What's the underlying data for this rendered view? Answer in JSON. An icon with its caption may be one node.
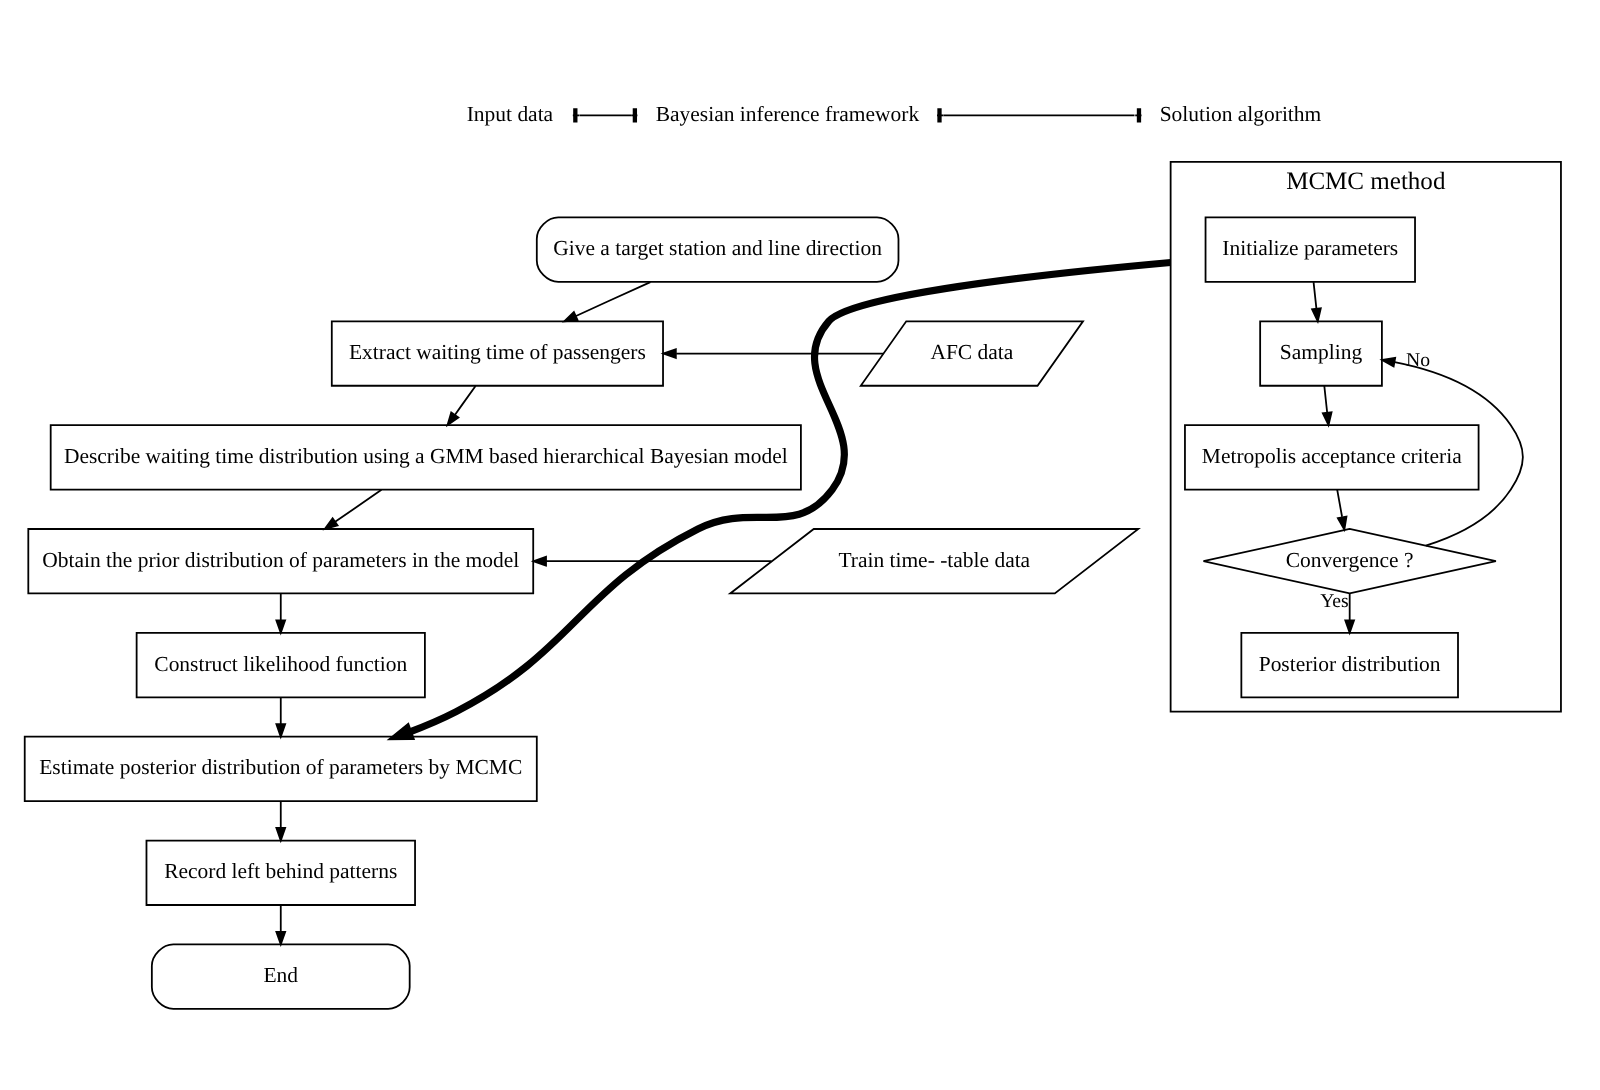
{
  "diagram": {
    "nodes": [
      {
        "text": [
          "Give a target station and line direction"
        ]
      },
      {
        "text": [
          "AFC data"
        ]
      },
      {
        "text": [
          "Extract waiting time of passengers"
        ]
      },
      {
        "text": [
          "Describe waiting time distribution using a GMM based hierarchical Bayesian model"
        ]
      },
      {
        "text": [
          "Train time- -table data"
        ]
      },
      {
        "text": [
          "Obtain the prior distribution of parameters in the model"
        ]
      },
      {
        "text": [
          "Construct likelihood function"
        ]
      },
      {
        "text": [
          "Estimate posterior distribution of parameters by MCMC"
        ]
      },
      {
        "text": [
          "Record left behind patterns"
        ]
      },
      {
        "text": [
          "End"
        ]
      },
      {
        "text": [
          "MCMC method"
        ]
      },
      {
        "text": [
          "Initialize parameters"
        ],
        "in": 10
      },
      {
        "text": [
          "Sampling"
        ],
        "in": 10
      },
      {
        "text": [
          "Metropolis acceptance criteria"
        ],
        "in": 10
      },
      {
        "text": [
          "Convergence ?"
        ],
        "in": 10
      },
      {
        "text": [
          "Posterior distribution"
        ],
        "in": 10
      }
    ],
    "edges": [
      {
        "from": 0,
        "to": 2,
        "arrow": "to"
      },
      {
        "from": 1,
        "to": 2,
        "arrow": "to"
      },
      {
        "from": 2,
        "to": 3,
        "arrow": "to"
      },
      {
        "from": 3,
        "to": 5,
        "arrow": "to"
      },
      {
        "from": 4,
        "to": 5,
        "arrow": "to"
      },
      {
        "from": 5,
        "to": 6,
        "arrow": "to"
      },
      {
        "from": 6,
        "to": 7,
        "arrow": "to"
      },
      {
        "from": 7,
        "to": 8,
        "arrow": "to"
      },
      {
        "from": 8,
        "to": 9,
        "arrow": "to"
      },
      {
        "from": 11,
        "to": 12,
        "arrow": "to"
      },
      {
        "from": 12,
        "to": 13,
        "arrow": "to"
      },
      {
        "from": 13,
        "to": 14,
        "arrow": "to"
      },
      {
        "from": 14,
        "to": 12,
        "arrow": "to",
        "label": "No"
      },
      {
        "from": 14,
        "to": 15,
        "arrow": "to",
        "label": "Yes"
      },
      {
        "from": 10,
        "to": 7,
        "arrow": "to",
        "style": "thick"
      }
    ],
    "labels": [
      "Input data",
      "Bayesian inference framework",
      "Solution algorithm"
    ]
  }
}
